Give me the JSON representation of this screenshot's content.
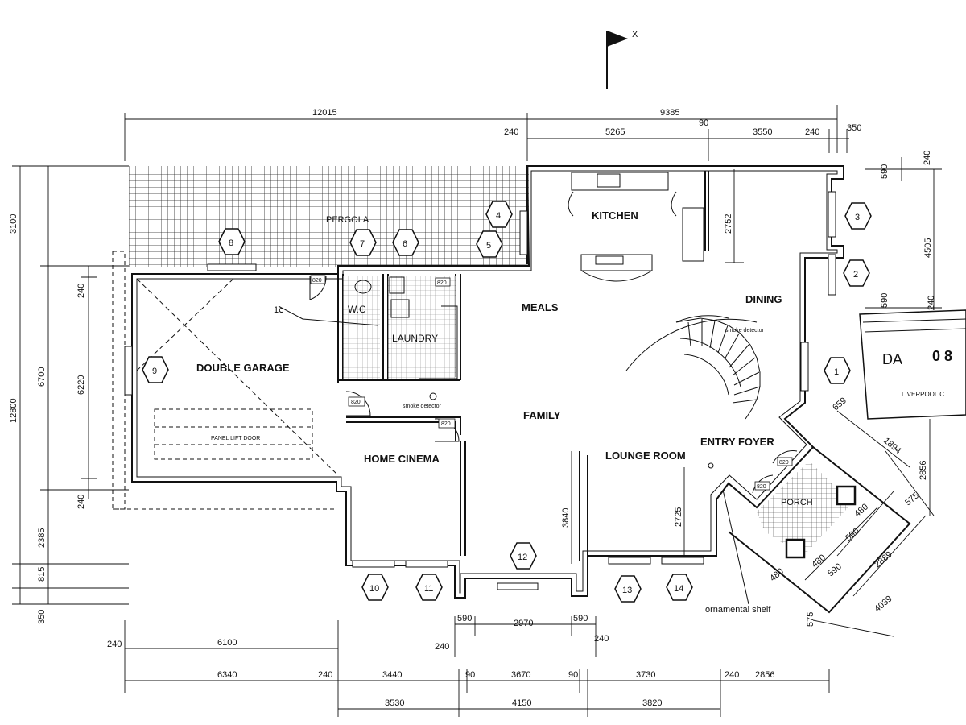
{
  "rooms": {
    "pergola": "PERGOLA",
    "kitchen": "KITCHEN",
    "dining": "DINING",
    "meals": "MEALS",
    "wc": "W.C",
    "laundry": "LAUNDRY",
    "double_garage": "DOUBLE GARAGE",
    "panel_lift_door": "PANEL LIFT DOOR",
    "family": "FAMILY",
    "home_cinema": "HOME CINEMA",
    "lounge_room": "LOUNGE ROOM",
    "entry_foyer": "ENTRY FOYER",
    "porch": "PORCH"
  },
  "annotations": {
    "north": "X",
    "smoke_detector_dining": "smoke detector",
    "smoke_detector_family": "smoke detector",
    "ornamental_shelf": "ornamental shelf",
    "stamp_da": "DA",
    "stamp_number": "0 8",
    "stamp_council": "LIVERPOOL C",
    "hand_note": "1ⅽ"
  },
  "door_tags": [
    "820",
    "820",
    "820",
    "820",
    "820",
    "820"
  ],
  "window_tags": [
    "1",
    "2",
    "3",
    "4",
    "5",
    "6",
    "7",
    "8",
    "9",
    "10",
    "11",
    "12",
    "13",
    "14"
  ],
  "dims": {
    "top_total_left": "12015",
    "top_total_right": "9385",
    "top_240_a": "240",
    "top_5265": "5265",
    "top_90": "90",
    "top_3550": "3550",
    "top_240_b": "240",
    "top_350": "350",
    "left_3100": "3100",
    "left_6700": "6700",
    "left_12800": "12800",
    "left_2385": "2385",
    "left_815": "815",
    "left_350": "350",
    "left_240_a": "240",
    "left_6220": "6220",
    "left_240_b": "240",
    "kitchen_2752": "2752",
    "right_590_a": "590",
    "right_240_a": "240",
    "right_4505": "4505",
    "right_590_b": "590",
    "right_240_b": "240",
    "right_2856": "2856",
    "family_3840": "3840",
    "lounge_2725": "2725",
    "porch_659": "659",
    "porch_1894": "1894",
    "porch_575_a": "575",
    "porch_480_a": "480",
    "porch_590_a": "590",
    "porch_2889": "2889",
    "porch_4039": "4039",
    "porch_575_b": "575",
    "porch_480_b": "480",
    "porch_590_b": "590",
    "porch_480_c": "480",
    "bot_590_a": "590",
    "bot_2970": "2970",
    "bot_590_b": "590",
    "bot_240_a": "240",
    "bot_240_b": "240",
    "bot_240_c": "240",
    "bot_6100": "6100",
    "bot_6340": "6340",
    "bot_240_d": "240",
    "bot_3440": "3440",
    "bot_90_a": "90",
    "bot_3670": "3670",
    "bot_90_b": "90",
    "bot_3730": "3730",
    "bot_240_e": "240",
    "bot_2856": "2856",
    "bot_3530": "3530",
    "bot_4150": "4150",
    "bot_3820": "3820"
  }
}
